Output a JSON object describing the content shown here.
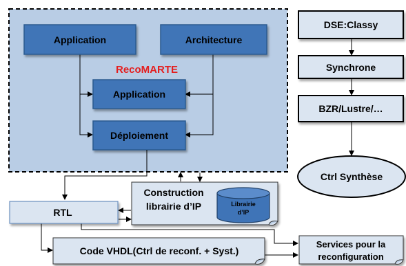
{
  "title": "RecoMARTE",
  "nodes": {
    "application_top": "Application",
    "architecture": "Architecture",
    "application_mid": "Application",
    "deploiement": "Déploiement",
    "dse": "DSE:Classy",
    "synchrone": "Synchrone",
    "bzr": "BZR/Lustre/…",
    "ctrl_synthese": "Ctrl Synthèse",
    "construction_line1": "Construction",
    "construction_line2": "librairie d’IP",
    "librairie_line1": "Librairie",
    "librairie_line2": "d’IP",
    "rtl": "RTL",
    "code_vhdl": "Code VHDL(Ctrl de reconf. + Syst.)",
    "services_line1": "Services pour la",
    "services_line2": "reconfiguration"
  },
  "colors": {
    "title_red": "#e41e1e",
    "dark_box": "#3f74b7",
    "light_box": "#dbe5f1",
    "container": "#b9cde5"
  }
}
